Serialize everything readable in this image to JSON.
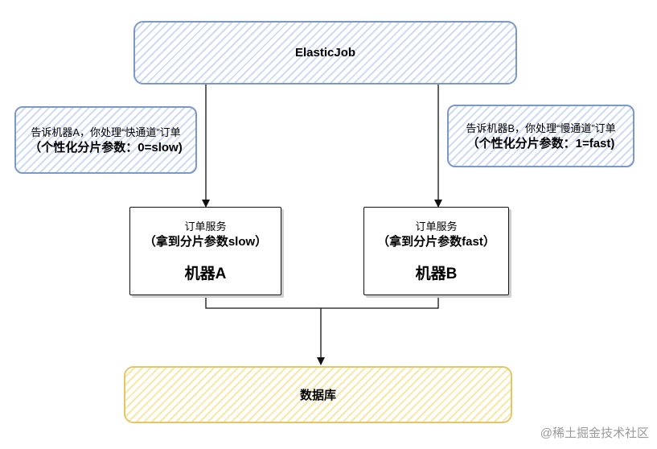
{
  "top_node": {
    "label": "ElasticJob"
  },
  "note_a": {
    "line1": "告诉机器A，你处理“快通道”订单",
    "line2": "（个性化分片参数：0=slow)"
  },
  "note_b": {
    "line1": "告诉机器B，你处理“慢通道”订单",
    "line2": "（个性化分片参数：1=fast)"
  },
  "machine_a": {
    "service": "订单服务",
    "param": "（拿到分片参数slow）",
    "name": "机器A"
  },
  "machine_b": {
    "service": "订单服务",
    "param": "（拿到分片参数fast）",
    "name": "机器B"
  },
  "db_node": {
    "label": "数据库"
  },
  "watermark": "@稀土掘金技术社区",
  "colors": {
    "blue_border": "#7c97c9",
    "yellow_border": "#e3c766",
    "line": "#111111"
  }
}
